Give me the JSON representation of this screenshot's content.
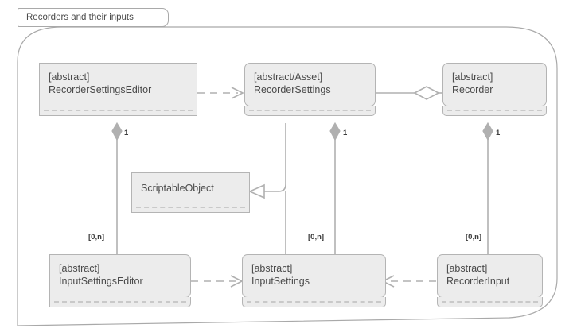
{
  "diagram": {
    "title": "Recorders and their inputs",
    "type": "uml-class-diagram",
    "colors": {
      "node_fill": "#ececec",
      "node_border": "#b4b4b4",
      "edge": "#b0b0b0",
      "text": "#4a4a4a",
      "frame_border": "#a9a9a9",
      "background": "#ffffff"
    }
  },
  "nodes": [
    {
      "id": "recorder-settings-editor",
      "stereotype": "[abstract]",
      "name": "RecorderSettingsEditor",
      "corners": "square"
    },
    {
      "id": "recorder-settings",
      "stereotype": "[abstract/Asset]",
      "name": "RecorderSettings",
      "corners": "rounded"
    },
    {
      "id": "recorder",
      "stereotype": "[abstract]",
      "name": "Recorder",
      "corners": "rounded"
    },
    {
      "id": "scriptable-object",
      "stereotype": "",
      "name": "ScriptableObject",
      "corners": "square"
    },
    {
      "id": "input-settings-editor",
      "stereotype": "[abstract]",
      "name": "InputSettingsEditor",
      "corners": "rounded-right"
    },
    {
      "id": "input-settings",
      "stereotype": "[abstract]",
      "name": "InputSettings",
      "corners": "rounded"
    },
    {
      "id": "recorder-input",
      "stereotype": "[abstract]",
      "name": "RecorderInput",
      "corners": "rounded"
    }
  ],
  "multiplicities": {
    "rse_to_rs": "1",
    "rs_self": "1",
    "recorder_one": "1",
    "ise_zero_n": "[0,n]",
    "is_zero_n": "[0,n]",
    "ri_zero_n": "[0,n]"
  },
  "edges": [
    {
      "id": "rse-dashed-rs",
      "from": "recorder-settings-editor",
      "to": "recorder-settings",
      "style": "dashed",
      "arrow": "open"
    },
    {
      "id": "rs-aggregation-recorder",
      "from": "recorder-settings",
      "to": "recorder",
      "style": "solid",
      "arrow": "hollow-diamond"
    },
    {
      "id": "rse-composition-ise",
      "from": "input-settings-editor",
      "to": "recorder-settings-editor",
      "style": "solid",
      "arrow": "filled-diamond"
    },
    {
      "id": "rs-composition-is",
      "from": "input-settings",
      "to": "recorder-settings",
      "style": "solid",
      "arrow": "filled-diamond"
    },
    {
      "id": "recorder-composition-ri",
      "from": "recorder-input",
      "to": "recorder",
      "style": "solid",
      "arrow": "filled-diamond"
    },
    {
      "id": "rs-inherits-so",
      "from": "recorder-settings",
      "to": "scriptable-object",
      "style": "solid",
      "arrow": "hollow-triangle"
    },
    {
      "id": "ise-dashed-is",
      "from": "input-settings-editor",
      "to": "input-settings",
      "style": "dashed",
      "arrow": "open"
    },
    {
      "id": "ri-dashed-is",
      "from": "recorder-input",
      "to": "input-settings",
      "style": "dashed",
      "arrow": "open"
    }
  ]
}
